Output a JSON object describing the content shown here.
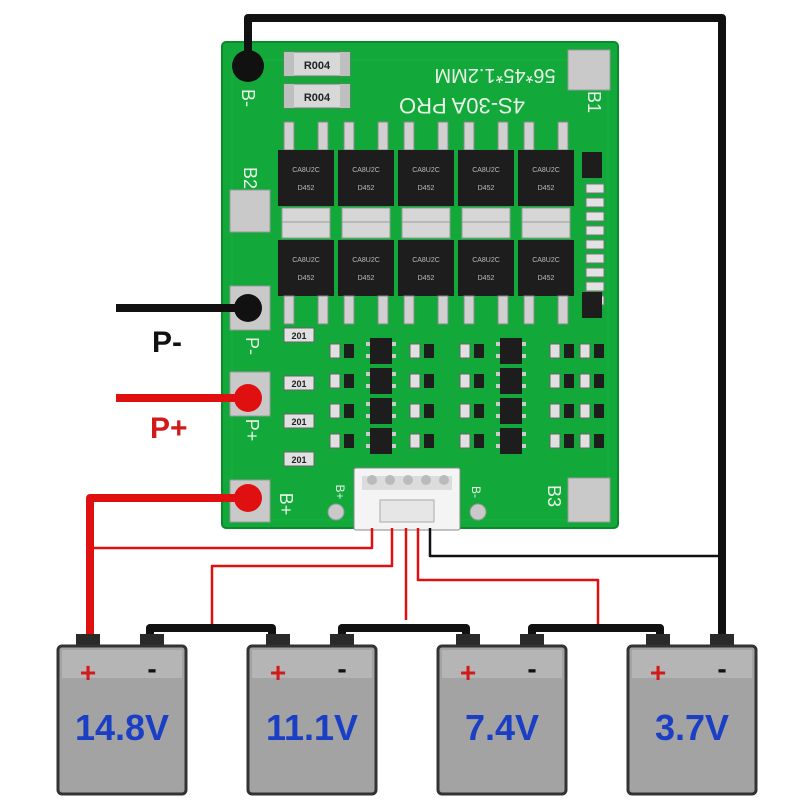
{
  "pcb": {
    "spec_label": "56*45*1.2MM",
    "model_label": "4S-30A PRO",
    "resistor_code": "R004",
    "mosfet_code": "D452",
    "mosfet_code_alt": "CA8U2C",
    "chip_resistor_code": "201",
    "pad_labels": {
      "b_minus": "B-",
      "b1": "B1",
      "b2": "B2",
      "b3": "B3",
      "p_minus": "P-",
      "p_plus": "P+",
      "b_plus": "B+",
      "conn_b_plus": "B+",
      "conn_b_minus": "B-"
    }
  },
  "external_labels": {
    "p_minus": "P-",
    "p_plus": "P+"
  },
  "batteries": [
    {
      "voltage": "14.8V",
      "plus": "+",
      "minus": "-"
    },
    {
      "voltage": "11.1V",
      "plus": "+",
      "minus": "-"
    },
    {
      "voltage": "7.4V",
      "plus": "+",
      "minus": "-"
    },
    {
      "voltage": "3.7V",
      "plus": "+",
      "minus": "-"
    }
  ],
  "colors": {
    "pcb_green": "#12a83a",
    "pcb_dark": "#0b8a2c",
    "wire_black": "#111111",
    "wire_red": "#e01010",
    "label_red": "#d31a1a",
    "battery_gray": "#a3a3a3",
    "voltage_blue": "#1a3fc4"
  }
}
